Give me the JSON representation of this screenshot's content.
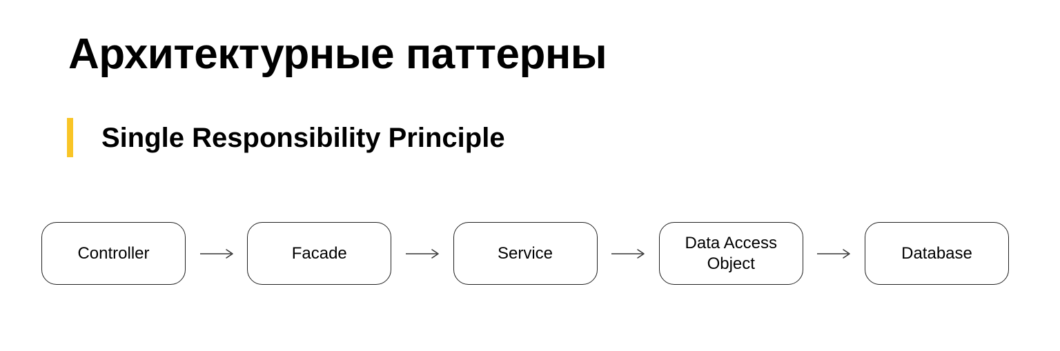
{
  "slide": {
    "title": "Архитектурные паттерны",
    "subtitle": "Single Responsibility Principle"
  },
  "colors": {
    "background": "#FFFFFF",
    "text": "#000000",
    "accent_yellow": "#F9C527",
    "node_border": "#1F1F1F",
    "arrow": "#333333"
  },
  "icons": {
    "connector": "arrow-right-icon"
  },
  "diagram": {
    "type": "flow",
    "direction": "left-to-right",
    "nodes": [
      {
        "label": "Controller"
      },
      {
        "label": "Facade"
      },
      {
        "label": "Service"
      },
      {
        "label": "Data Access Object"
      },
      {
        "label": "Database"
      }
    ]
  }
}
